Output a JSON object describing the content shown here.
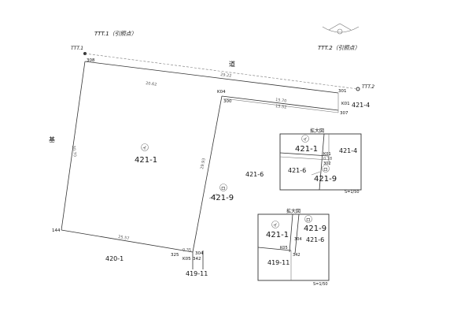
{
  "header": {
    "topleft_note": "TTT.1（引照点）",
    "topright_note": "TTT.2（引照点）"
  },
  "reference_points": {
    "ttt1": "TTT.1",
    "ttt2": "TTT.2"
  },
  "road_label": "道",
  "left_label": "基",
  "points": {
    "p308": "308",
    "p301": "301",
    "p300": "300",
    "pK04": "K04",
    "pK01": "K01",
    "p307": "307",
    "p144": "144",
    "p325": "325",
    "pK05": "K05",
    "p304": "304",
    "p342": "342"
  },
  "dimensions": {
    "d_top_road": "29.22",
    "d_top_inner": "20.62",
    "d_right_a": "15.70",
    "d_right_b": "15.52",
    "d_left": "30.70",
    "d_bottom": "25.57",
    "d_mid": "29.93",
    "d_k05": "0.35"
  },
  "parcels": {
    "main_marker": "イ",
    "main": "421-1",
    "sub_marker": "ロ",
    "sub": "421-9",
    "p421_4": "421-4",
    "p421_6": "421-6",
    "p420_1": "420-1",
    "p419_11": "419-11"
  },
  "inset1": {
    "title": "拡大図",
    "marker_i": "イ",
    "main": "421-1",
    "right": "421-4",
    "k01": "K01",
    "p302": "302",
    "dim": "0.18",
    "left": "421-6",
    "marker_ro": "ロ",
    "sub": "421-9",
    "scale": "S=1/50"
  },
  "inset2": {
    "title": "拡大図",
    "marker_i": "イ",
    "marker_ro": "ロ",
    "main": "421-1",
    "sub": "421-9",
    "p304": "304",
    "right": "421-6",
    "k05": "K05",
    "p342": "342",
    "bottom": "419-11",
    "scale": "S=1/50"
  }
}
